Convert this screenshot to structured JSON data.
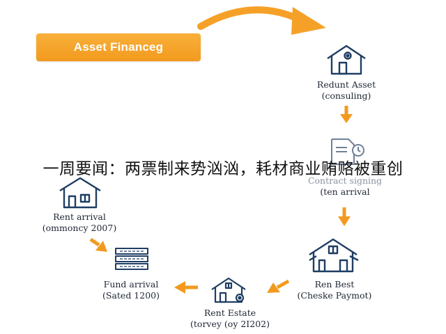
{
  "colors": {
    "orange": "#f39a1e",
    "orange_light": "#f8b03a",
    "icon_navy": "#1f3d63",
    "title_text": "#ffffff",
    "text": "#1d2533",
    "headline": "#111111"
  },
  "title_box": {
    "label": "Asset Financeg"
  },
  "nodes": [
    {
      "id": "redunt-asset",
      "icon": "house-gear-icon",
      "line1": "Redunt Asset",
      "line2": "(consuling)"
    },
    {
      "id": "contract-signing",
      "icon": "document-clock-icon",
      "line1": "Contract signing",
      "line2": "(ten arrival"
    },
    {
      "id": "ren-best",
      "icon": "house-icon",
      "line1": "Ren Best",
      "line2": "(Cheske Paymot)"
    },
    {
      "id": "rent-estate",
      "icon": "house-gear-icon",
      "line1": "Rent Estate",
      "line2": "(torvey (oy 2I202)"
    },
    {
      "id": "fund-arrival",
      "icon": "cash-stack-icon",
      "line1": "Fund arrival",
      "line2": "(Sated 1200)"
    },
    {
      "id": "rent-arrival",
      "icon": "house-icon",
      "line1": "Rent arrival",
      "line2": "(ommoncy 2007)"
    }
  ],
  "headline": "一周要闻：两票制来势汹汹，耗材商业贿赂被重创"
}
